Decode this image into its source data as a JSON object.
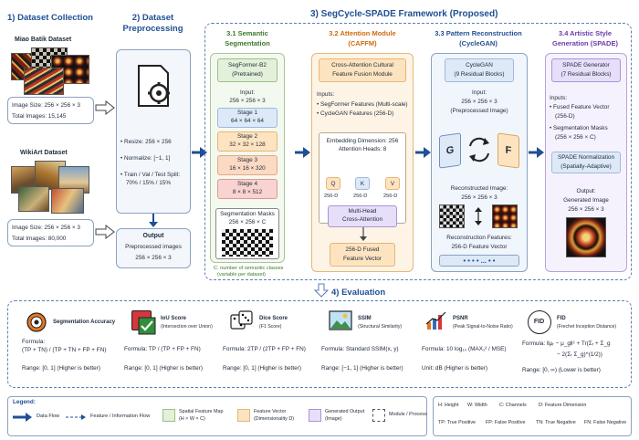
{
  "s1": {
    "title": "1) Dataset Collection",
    "miao": "Miao Batik Dataset",
    "miao_size": "Image Size: 256 × 256 × 3",
    "miao_total": "Total Images: 15,145",
    "wiki": "WikiArt Dataset",
    "wiki_size": "Image Size: 256 × 256 × 3",
    "wiki_total": "Total Images: 80,000"
  },
  "s2": {
    "title1": "2) Dataset",
    "title2": "Preprocessing",
    "resize": "• Resize: 256 × 256",
    "norm": "• Normalize: [−1, 1]",
    "split1": "• Train / Val / Test Split:",
    "split2": "70% / 15% / 15%",
    "out1": "Output",
    "out2": "Preprocessed images",
    "out3": "256 × 256 × 3"
  },
  "s3": {
    "title": "3) SegCycle-SPADE Framework (Proposed)"
  },
  "seg": {
    "title1": "3.1 Semantic",
    "title2": "Segmentation",
    "model1": "SegFormer-B2",
    "model2": "(Pretrained)",
    "in1": "Input:",
    "in2": "256 × 256 × 3",
    "st1a": "Stage 1",
    "st1b": "64 × 64 × 64",
    "st2a": "Stage 2",
    "st2b": "32 × 32 × 128",
    "st3a": "Stage 3",
    "st3b": "16 × 16 × 320",
    "st4a": "Stage 4",
    "st4b": "8 × 8 × 512",
    "mask1": "Segmentation Masks",
    "mask2": "256 × 256 × C",
    "note1": "C: number of semantic classes",
    "note2": "(variable per dataset)"
  },
  "caffm": {
    "title1": "3.2  Attention Module",
    "title2": "(CAFFM)",
    "head1": "Cross-Attention Cultural",
    "head2": "Feature Fusion Module",
    "inp": "Inputs:",
    "i1": "• SegFormer Features (Multi-scale)",
    "i2": "• CycleGAN Features (256-D)",
    "emb1": "Embedding Dimension: 256",
    "emb2": "Attention Heads: 8",
    "q": "Q",
    "k": "K",
    "v": "V",
    "d1": "256-D",
    "d2": "256-D",
    "d3": "256-D",
    "mh1": "Multi-Head",
    "mh2": "Cross-Attention",
    "fo1": "256-D Fused",
    "fo2": "Feature Vector"
  },
  "cyc": {
    "title1": "3.3 Pattern Reconstruction",
    "title2": "(CycleGAN)",
    "model1": "CycleGAN",
    "model2": "(9 Residual Blocks)",
    "in1": "Input:",
    "in2": "256 × 256 × 3",
    "in3": "(Preprocessed Image)",
    "g": "G",
    "f": "F",
    "rec1": "Reconstructed Image:",
    "rec2": "256 × 256 × 3",
    "rf1": "Reconstruction Features:",
    "rf2": "256-D Feature Vector",
    "dots": "• • • •  ...  • •"
  },
  "spade": {
    "title1": "3.4 Artistic Style",
    "title2": "Generation (SPADE)",
    "model1": "SPADE Generator",
    "model2": "(7 Residual Blocks)",
    "inp": "Inputs:",
    "i1": "• Fused Feature Vector",
    "i1b": "(256-D)",
    "i2": "• Segmentation Masks",
    "i2b": "(256 × 256 × C)",
    "norm1": "SPADE Normalization",
    "norm2": "(Spatially-Adaptive)",
    "out1": "Output:",
    "out2": "Generated Image",
    "out3": "256 × 256 × 3"
  },
  "eval": {
    "title": "4) Evaluation",
    "seg": {
      "name": "Segmentation Accuracy",
      "f1": "Formula:",
      "f2": "(TP + TN) / (TP + TN + FP + FN)",
      "range": "Range:  [0, 1]  (Higher is better)"
    },
    "iou": {
      "name": "IoU Score",
      "sub": "(Intersection over Union)",
      "formula": "Formula:  TP / (TP + FP + FN)",
      "range": "Range:  [0, 1]  (Higher is better)"
    },
    "dice": {
      "name": "Dice Score",
      "sub": "(F1 Score)",
      "formula": "Formula:  2TP / (2TP + FP + FN)",
      "range": "Range:  [0, 1]  (Higher is better)"
    },
    "ssim": {
      "name": "SSIM",
      "sub": "(Structural Similarity)",
      "formula": "Formula:  Standard SSIM(x, y)",
      "range": "Range:  [−1, 1]  (Higher is better)"
    },
    "psnr": {
      "name": "PSNR",
      "sub": "(Peak Signal-to-Noise Ratio)",
      "formula": "Formula:  10 log₁₀ (MAX₁² / MSE)",
      "unit": "Unit:  dB   (Higher is better)"
    },
    "fid": {
      "name": "FID",
      "sub": "(Frechet Inception Distance)",
      "icon": "FID",
      "f1": "Formula:  ‖μᵣ − μ_g‖² + Tr(Σᵣ + Σ_g",
      "f2": "− 2(Σᵣ Σ_g)^(1/2))",
      "range": "Range:  [0, ∞)   (Lower is better)"
    }
  },
  "legend": {
    "title": "Legend:",
    "flow": "Data Flow",
    "info": "Feature / Information Flow",
    "spat1": "Spatial Feature Map",
    "spat2": "(H × W × C)",
    "fv1": "Feature Vector",
    "fv2": "(Dimensionality D)",
    "gen1": "Generated Output",
    "gen2": "(Image)",
    "mod": "Module / Process",
    "abbr1": [
      "H: Height",
      "W: Width",
      "C: Channels",
      "D: Feature Dimension"
    ],
    "abbr2": [
      "TP: True Positive",
      "FP: False Positive",
      "TN: True Negative",
      "FN: False Negative"
    ]
  },
  "colors": {
    "blue": "#1f4f94",
    "green": "#e3f0da",
    "orange": "#fde3bf",
    "purple": "#e7defa",
    "lightblue": "#dde9f7",
    "pink": "#f8d3cf"
  }
}
